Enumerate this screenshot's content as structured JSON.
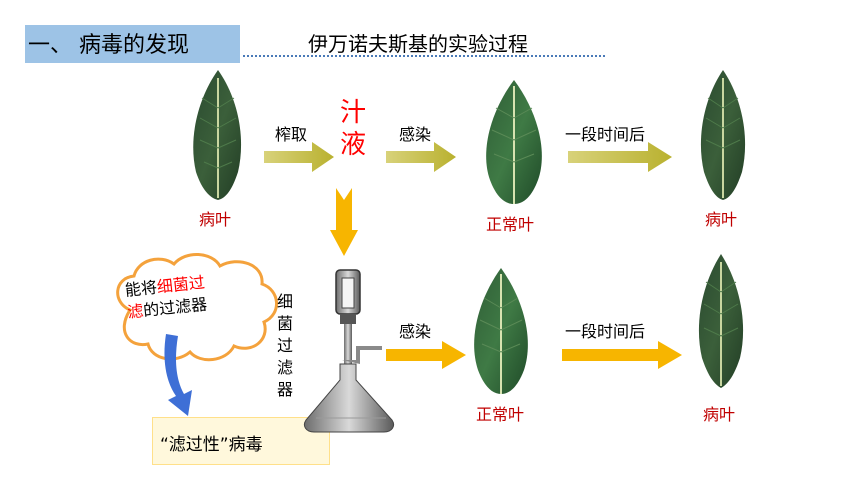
{
  "header": {
    "section_title": "一、 病毒的发现",
    "subtitle": "伊万诺夫斯基的实验过程"
  },
  "row1": {
    "leaf1_label": "病叶",
    "arrow1_label": "榨取",
    "juice_char1": "汁",
    "juice_char2": "液",
    "arrow2_label": "感染",
    "leaf2_label": "正常叶",
    "arrow3_label": "一段时间后",
    "leaf3_label": "病叶"
  },
  "row2": {
    "filter_chars": [
      "细",
      "菌",
      "过",
      "滤",
      "器"
    ],
    "arrow1_label": "感染",
    "leaf1_label": "正常叶",
    "arrow2_label": "一段时间后",
    "leaf2_label": "病叶"
  },
  "callout": {
    "part1": "能将",
    "part2_red": "细菌过",
    "part3_red": "滤",
    "part4": "的过滤器"
  },
  "result": {
    "text": "“滤过性”病毒"
  },
  "colors": {
    "badge": "#9dc3e6",
    "arrow": "#c9c246",
    "red_label": "#c00000",
    "juice": "#ff0000",
    "cloud_border": "#f4a23c",
    "blue_arrow": "#3e6fd6",
    "yellow_arrow": "#f7b500"
  }
}
